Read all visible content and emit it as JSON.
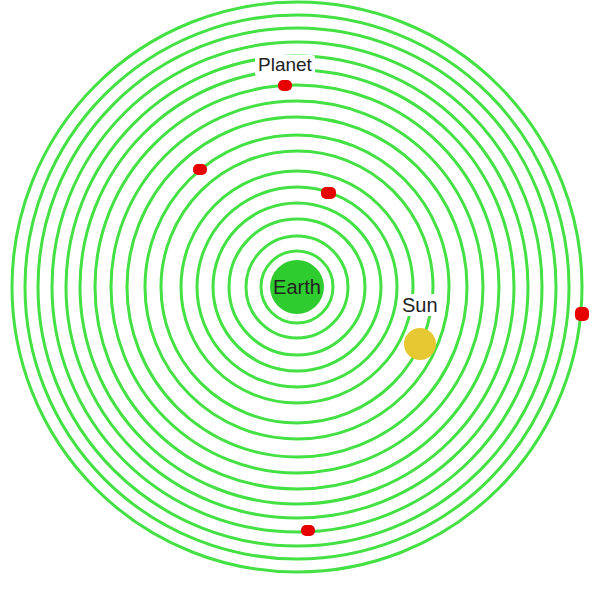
{
  "diagram": {
    "nodes": [
      {
        "text": [
          "Planet"
        ]
      },
      {
        "text": [
          "Earth"
        ]
      },
      {
        "text": [
          "Sun"
        ]
      }
    ]
  }
}
